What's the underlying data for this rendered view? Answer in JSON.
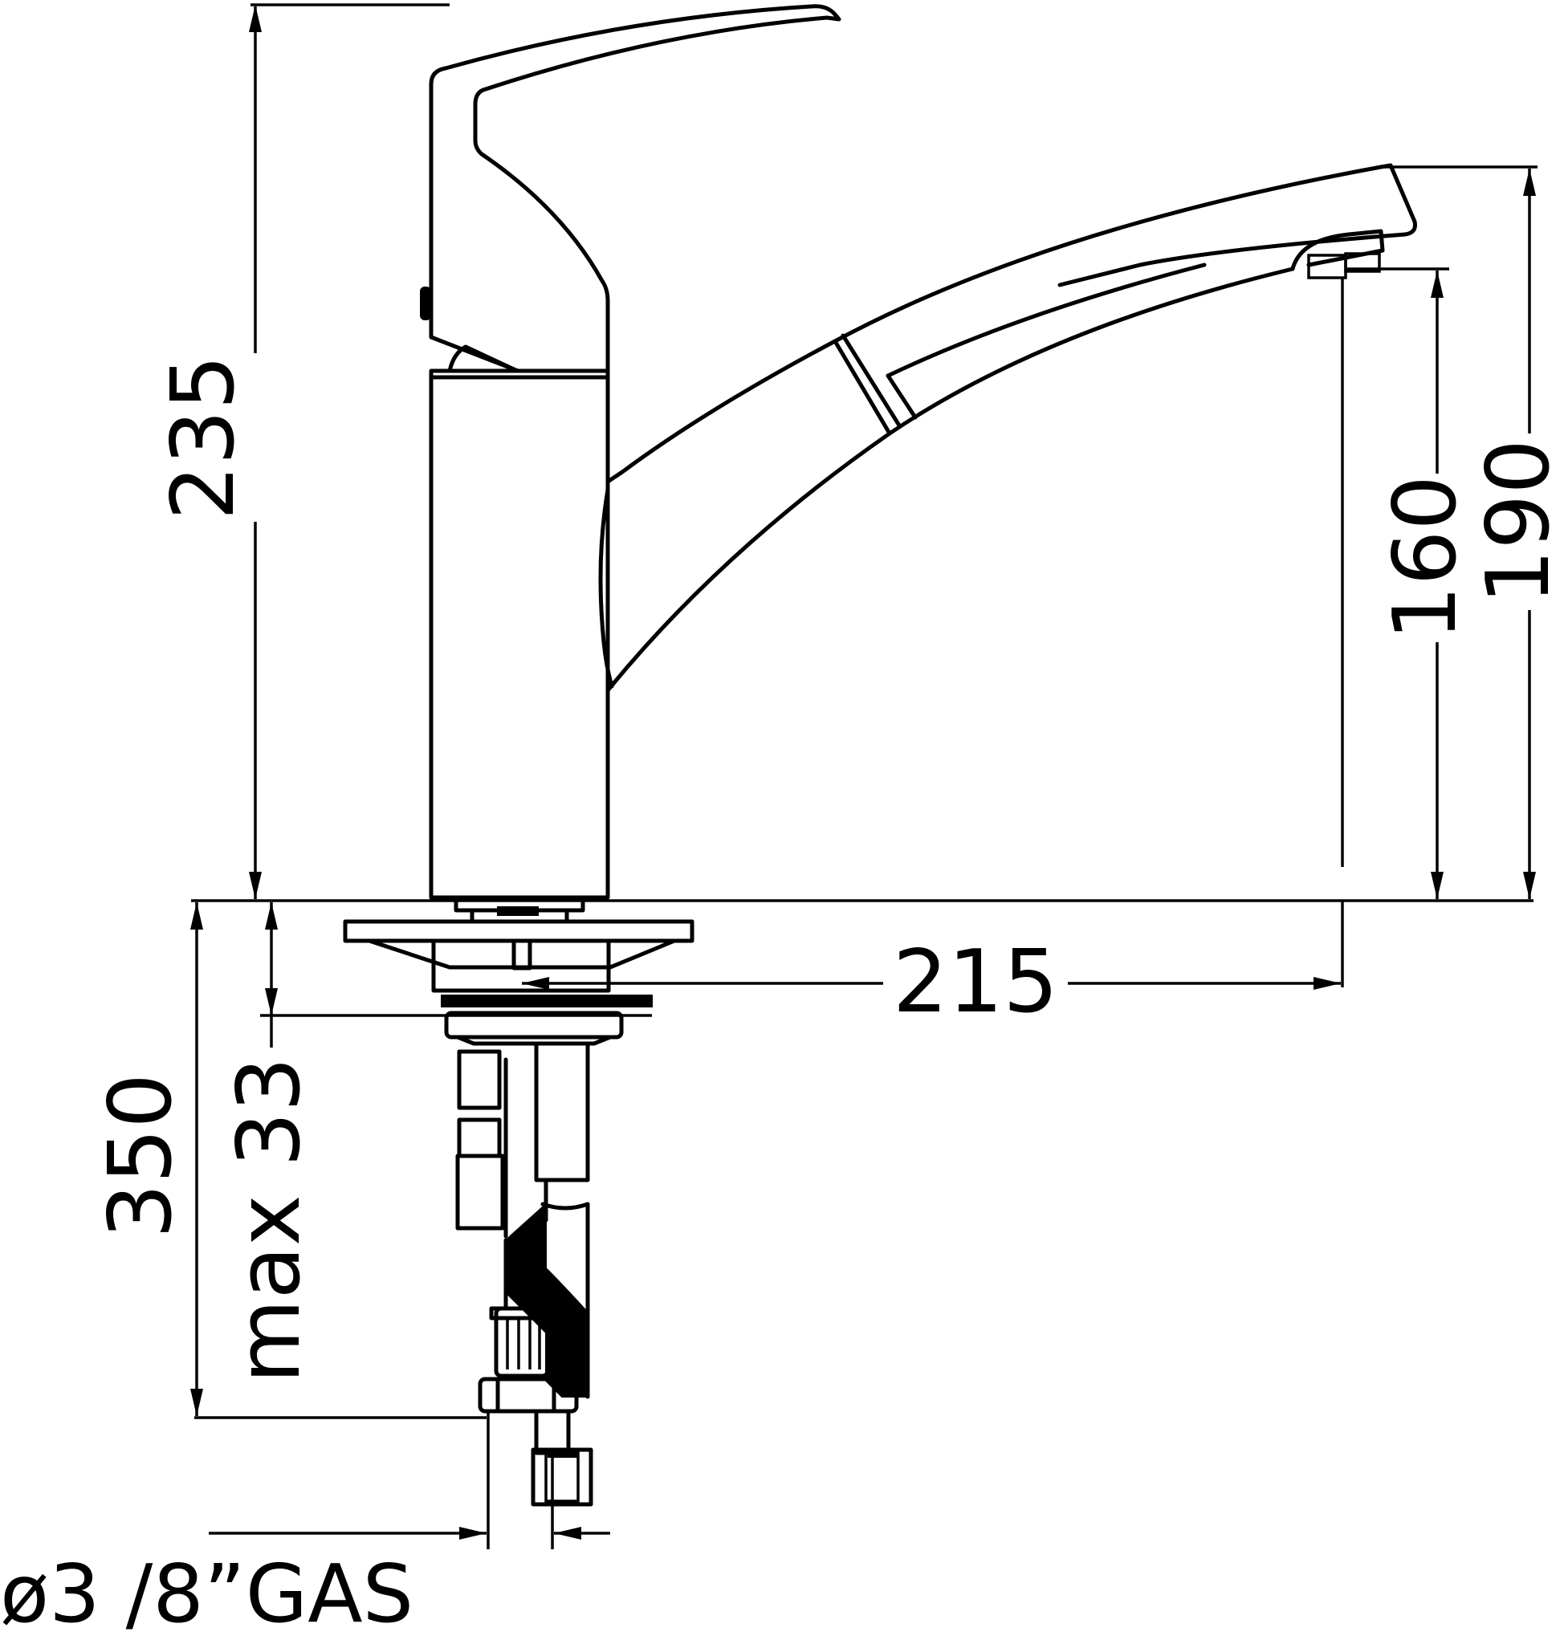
{
  "dimensions": {
    "total_height": "235",
    "spout_outer_height": "190",
    "spout_outlet_height": "160",
    "spout_reach": "215",
    "below_deck_hose": "350",
    "max_deck_thickness": "max 33"
  },
  "connection_label": "ø3 /8”GAS"
}
